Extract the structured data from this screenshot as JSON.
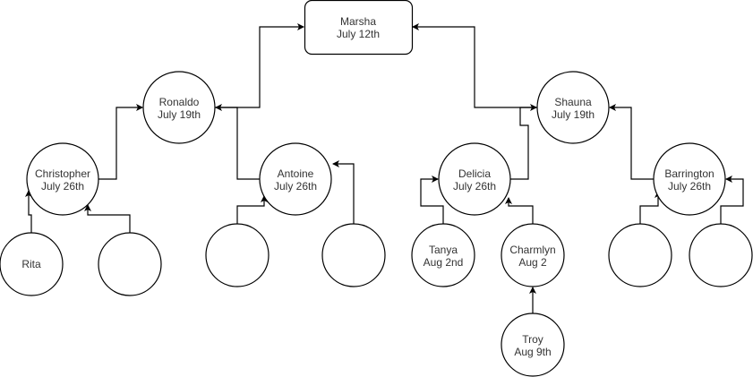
{
  "nodes": {
    "marsha": {
      "name": "Marsha",
      "date": "July 12th"
    },
    "ronaldo": {
      "name": "Ronaldo",
      "date": "July 19th"
    },
    "shauna": {
      "name": "Shauna",
      "date": "July 19th"
    },
    "christopher": {
      "name": "Christopher",
      "date": "July 26th"
    },
    "antoine": {
      "name": "Antoine",
      "date": "July 26th"
    },
    "delicia": {
      "name": "Delicia",
      "date": "July 26th"
    },
    "barrington": {
      "name": "Barrington",
      "date": "July 26th"
    },
    "rita": {
      "name": "Rita"
    },
    "tanya": {
      "name": "Tanya",
      "date": "Aug 2nd"
    },
    "charmlyn": {
      "name": "Charmlyn",
      "date": "Aug 2"
    },
    "troy": {
      "name": "Troy",
      "date": "Aug 9th"
    }
  },
  "colors": {
    "stroke": "#000000",
    "text": "#333333",
    "background": "#ffffff"
  }
}
